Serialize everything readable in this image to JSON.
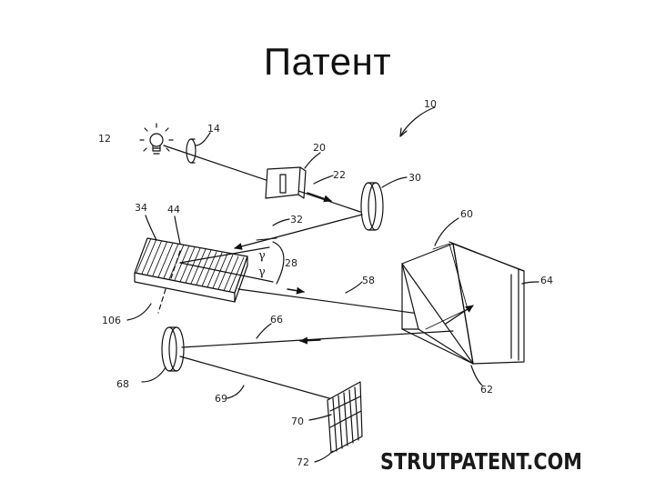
{
  "slide": {
    "title": "Патент"
  },
  "figure": {
    "ref_labels": {
      "device": "10",
      "lamp": "12",
      "lens_small": "14",
      "slit": "20",
      "beam_in": "22",
      "mirror": "30",
      "beam_reflected": "32",
      "grating": "34",
      "grating_lines": "44",
      "angle": "28",
      "axis": "106",
      "prism_beam": "58",
      "prism": "60",
      "prism_edge": "62",
      "plate": "64",
      "beam_return": "66",
      "lens_large": "68",
      "beam_out": "69",
      "detector": "70",
      "detector_base": "72"
    },
    "angle_symbol": "γ"
  },
  "watermark": {
    "text": "STRUTPATENT.COM"
  }
}
